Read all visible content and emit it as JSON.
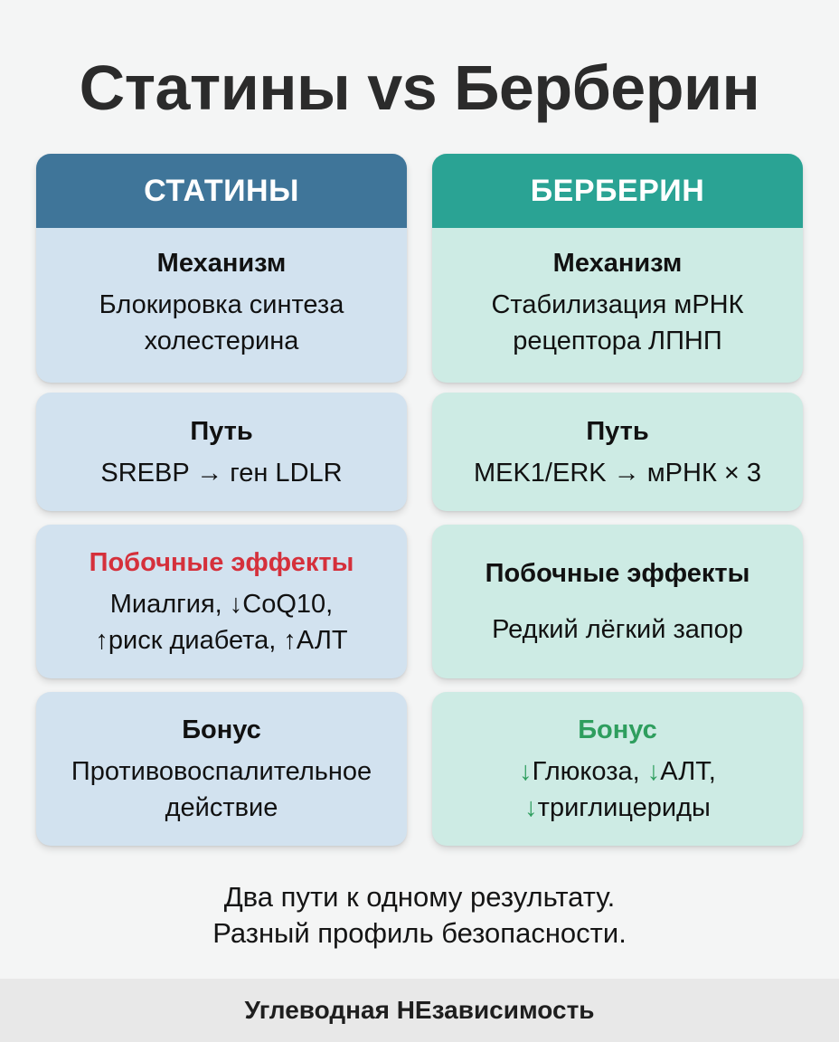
{
  "title": "Статины vs Берберин",
  "colors": {
    "statins_header": "#3f7599",
    "statins_card": "#d2e2ef",
    "berberine_header": "#2aa394",
    "berberine_card": "#cdebe4",
    "side_effects_red": "#d5303b",
    "bonus_green": "#2e9e5e",
    "background": "#f4f5f5",
    "footer_band": "#e8e8e8"
  },
  "statins": {
    "header": "СТАТИНЫ",
    "mechanism": {
      "title": "Механизм",
      "line1": "Блокировка синтеза",
      "line2": "холестерина"
    },
    "pathway": {
      "title": "Путь",
      "line1": "SREBP → ген LDLR"
    },
    "side_effects": {
      "title": "Побочные эффекты",
      "line1": "Миалгия, ↓CoQ10,",
      "line2": "↑риск диабета, ↑АЛТ"
    },
    "bonus": {
      "title": "Бонус",
      "line1": "Противовоспалительное",
      "line2": "действие"
    }
  },
  "berberine": {
    "header": "БЕРБЕРИН",
    "mechanism": {
      "title": "Механизм",
      "line1": "Стабилизация мРНК",
      "line2": "рецептора ЛПНП"
    },
    "pathway": {
      "title": "Путь",
      "line1": "MEK1/ERK → мРНК × 3"
    },
    "side_effects": {
      "title": "Побочные эффекты",
      "line1": "Редкий лёгкий запор"
    },
    "bonus": {
      "title": "Бонус",
      "arrow": "↓",
      "item1": "Глюкоза, ",
      "item2": "АЛТ,",
      "item3": "триглицериды"
    }
  },
  "conclusion": {
    "line1": "Два пути к одному результату.",
    "line2": "Разный профиль безопасности."
  },
  "brand": "Углеводная НЕзависимость"
}
